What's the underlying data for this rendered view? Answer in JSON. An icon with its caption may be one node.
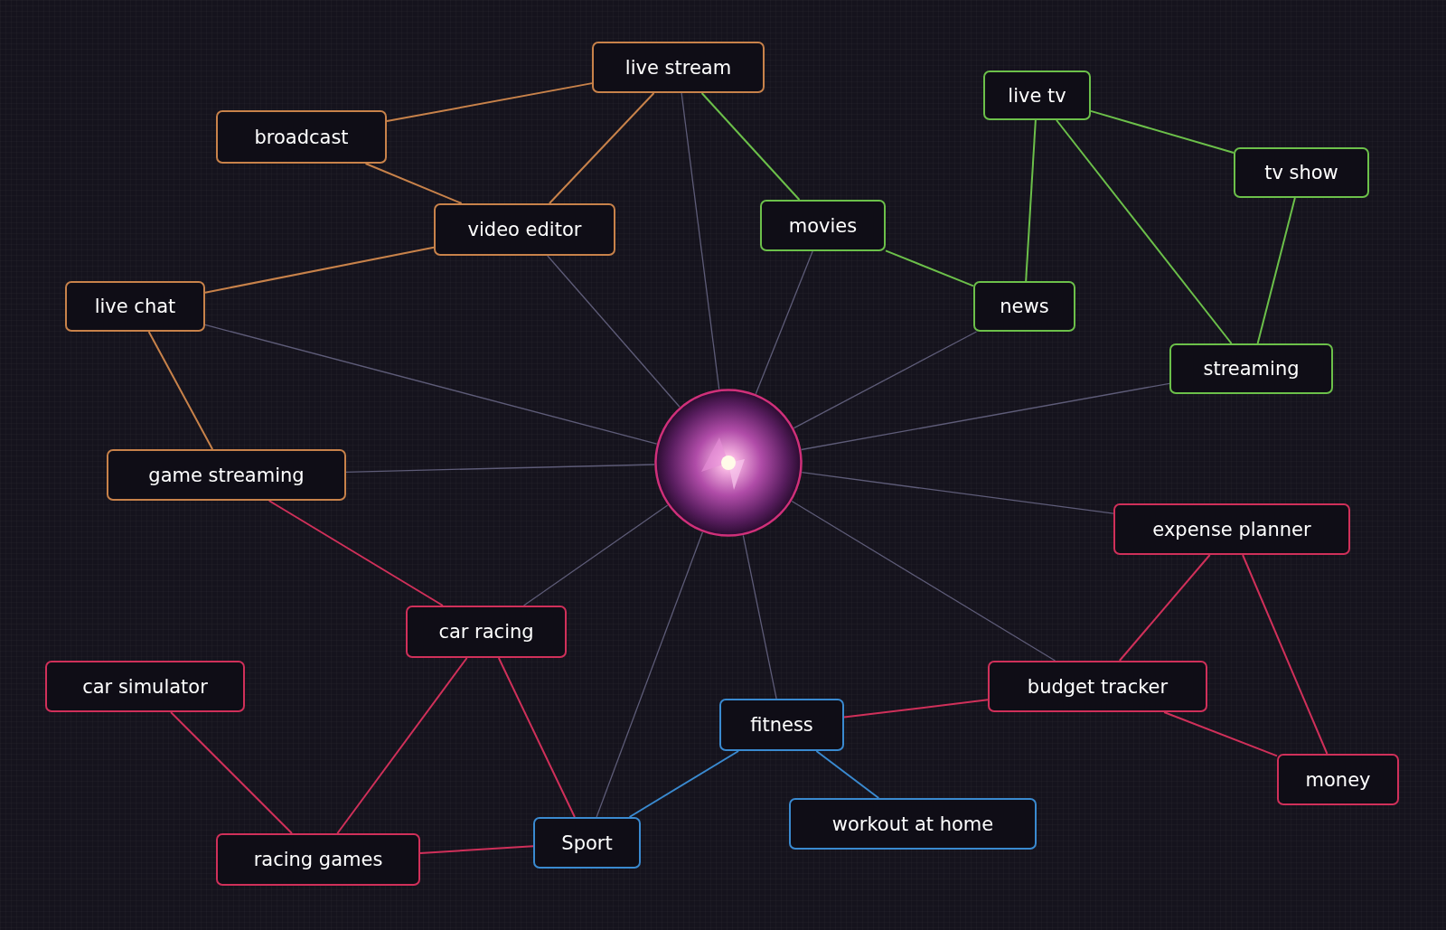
{
  "diagram": {
    "nodes": [
      {
        "text": [],
        "shape": "circle"
      },
      {
        "text": [
          "live stream"
        ]
      },
      {
        "text": [
          "broadcast"
        ]
      },
      {
        "text": [
          "video editor"
        ]
      },
      {
        "text": [
          "movies"
        ]
      },
      {
        "text": [
          "live tv"
        ]
      },
      {
        "text": [
          "tv show"
        ]
      },
      {
        "text": [
          "news"
        ]
      },
      {
        "text": [
          "live chat"
        ]
      },
      {
        "text": [
          "streaming"
        ]
      },
      {
        "text": [
          "game streaming"
        ]
      },
      {
        "text": [
          "expense planner"
        ]
      },
      {
        "text": [
          "car racing"
        ]
      },
      {
        "text": [
          "car simulator"
        ]
      },
      {
        "text": [
          "budget tracker"
        ]
      },
      {
        "text": [
          "fitness"
        ]
      },
      {
        "text": [
          "money"
        ]
      },
      {
        "text": [
          "workout at home"
        ]
      },
      {
        "text": [
          "Sport"
        ]
      },
      {
        "text": [
          "racing games"
        ]
      }
    ],
    "edges": [
      {
        "from": 1,
        "to": 2,
        "arrow": "none",
        "color": "#c8824a"
      },
      {
        "from": 1,
        "to": 3,
        "arrow": "none",
        "color": "#c8824a"
      },
      {
        "from": 2,
        "to": 3,
        "arrow": "none",
        "color": "#c8824a"
      },
      {
        "from": 3,
        "to": 8,
        "arrow": "none",
        "color": "#c8824a"
      },
      {
        "from": 8,
        "to": 10,
        "arrow": "none",
        "color": "#c8824a"
      },
      {
        "from": 10,
        "to": 12,
        "arrow": "none",
        "color": "#d0305a"
      },
      {
        "from": 1,
        "to": 4,
        "arrow": "none",
        "color": "#6cc04a"
      },
      {
        "from": 4,
        "to": 7,
        "arrow": "none",
        "color": "#6cc04a"
      },
      {
        "from": 5,
        "to": 7,
        "arrow": "none",
        "color": "#6cc04a"
      },
      {
        "from": 5,
        "to": 6,
        "arrow": "none",
        "color": "#6cc04a"
      },
      {
        "from": 5,
        "to": 9,
        "arrow": "none",
        "color": "#6cc04a"
      },
      {
        "from": 6,
        "to": 9,
        "arrow": "none",
        "color": "#6cc04a"
      },
      {
        "from": 11,
        "to": 14,
        "arrow": "none",
        "color": "#d0305a"
      },
      {
        "from": 11,
        "to": 16,
        "arrow": "none",
        "color": "#d0305a"
      },
      {
        "from": 14,
        "to": 16,
        "arrow": "none",
        "color": "#d0305a"
      },
      {
        "from": 12,
        "to": 19,
        "arrow": "none",
        "color": "#d0305a"
      },
      {
        "from": 13,
        "to": 19,
        "arrow": "none",
        "color": "#d0305a"
      },
      {
        "from": 19,
        "to": 18,
        "arrow": "none",
        "color": "#d0305a"
      },
      {
        "from": 12,
        "to": 18,
        "arrow": "none",
        "color": "#d0305a"
      },
      {
        "from": 15,
        "to": 14,
        "arrow": "none",
        "color": "#d0305a"
      },
      {
        "from": 18,
        "to": 15,
        "arrow": "none",
        "color": "#3a8ad0"
      },
      {
        "from": 15,
        "to": 17,
        "arrow": "none",
        "color": "#3a8ad0"
      },
      {
        "from": 0,
        "to": 1,
        "arrow": "none"
      },
      {
        "from": 0,
        "to": 3,
        "arrow": "none"
      },
      {
        "from": 0,
        "to": 4,
        "arrow": "none"
      },
      {
        "from": 0,
        "to": 7,
        "arrow": "none"
      },
      {
        "from": 0,
        "to": 9,
        "arrow": "none"
      },
      {
        "from": 0,
        "to": 8,
        "arrow": "none"
      },
      {
        "from": 0,
        "to": 10,
        "arrow": "none"
      },
      {
        "from": 0,
        "to": 11,
        "arrow": "none"
      },
      {
        "from": 0,
        "to": 14,
        "arrow": "none"
      },
      {
        "from": 0,
        "to": 15,
        "arrow": "none"
      },
      {
        "from": 0,
        "to": 18,
        "arrow": "none"
      },
      {
        "from": 0,
        "to": 12,
        "arrow": "none"
      }
    ]
  }
}
